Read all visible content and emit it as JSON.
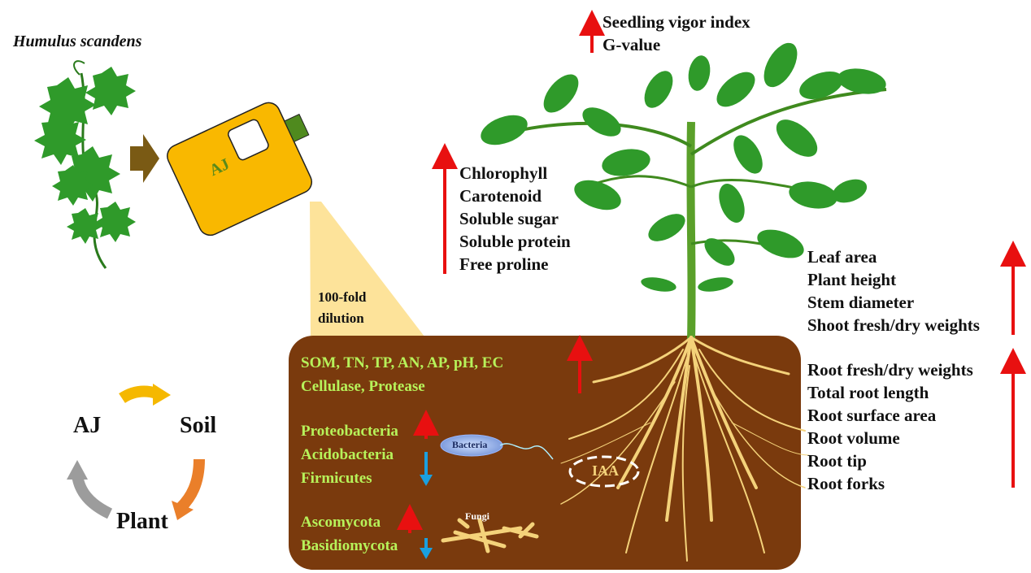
{
  "species_title": "Humulus scandens",
  "jar_label": "AJ",
  "dilution_label": [
    "100-fold",
    "dilution"
  ],
  "growth_indices": [
    "Seedling vigor index",
    "G-value"
  ],
  "leaf_traits": [
    "Chlorophyll",
    "Carotenoid",
    "Soluble sugar",
    "Soluble protein",
    "Free proline"
  ],
  "shoot_traits": [
    "Leaf area",
    "Plant height",
    "Stem diameter",
    "Shoot fresh/dry weights"
  ],
  "root_traits": [
    "Root fresh/dry weights",
    "Total root length",
    "Root surface area",
    "Root volume",
    "Root tip",
    "Root forks"
  ],
  "soil_properties": [
    "SOM, TN, TP,  AN,  AP, pH, EC",
    "Cellulase, Protease"
  ],
  "bacteria": [
    "Proteobacteria",
    "Acidobacteria",
    "Firmicutes"
  ],
  "fungi": [
    "Ascomycota",
    "Basidiomycota"
  ],
  "bacteria_label": "Bacteria",
  "fungi_label": "Fungi",
  "root_hormone": "IAA",
  "cycle": {
    "aj": "AJ",
    "soil": "Soil",
    "plant": "Plant"
  },
  "colors": {
    "soil": "#7a3a0d",
    "up_arrow": "#e81010",
    "down_arrow": "#1aa0e0",
    "soil_text": "#b7f25a",
    "jar": "#f9b800",
    "leaf": "#2f9a2a"
  }
}
